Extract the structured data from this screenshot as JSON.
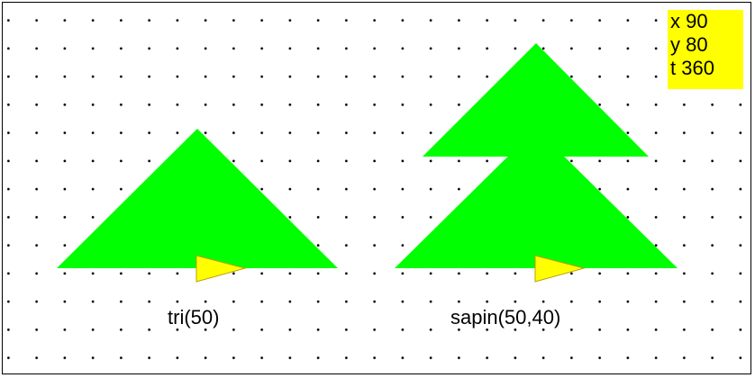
{
  "scene": {
    "shape_color": "#00ff00",
    "turtle_fill": "#ffff00",
    "turtle_outline": "#b8a000",
    "grid_dot_color": "#000000",
    "background": "#ffffff"
  },
  "figures": [
    {
      "call": "tri(50)",
      "icon": "triangle-shape"
    },
    {
      "call": "sapin(50,40)",
      "icon": "fir-tree-shape"
    }
  ],
  "turtle_state": {
    "x_line": "x 90",
    "y_line": "y 80",
    "t_line": "t 360"
  }
}
